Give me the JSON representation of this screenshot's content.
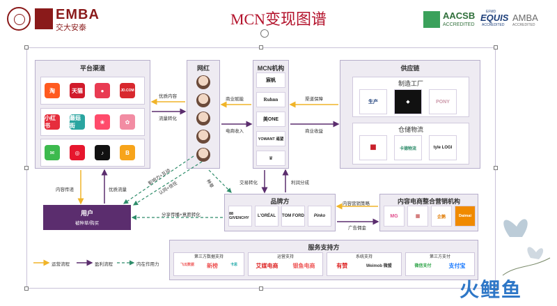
{
  "header": {
    "school_logo_text": "EMBA",
    "school_logo_sub": "交大安泰",
    "title": "MCN变现图谱",
    "aacsb": "AACSB",
    "aacsb_sub": "ACCREDITED",
    "equis_top": "EFMD",
    "equis": "EQUIS",
    "equis_sub": "ACCREDITED",
    "amba": "AMBA",
    "amba_sub": "ACCREDITED"
  },
  "platform": {
    "title": "平台渠道",
    "apps": [
      {
        "name": "淘",
        "color": "#ff5a1f"
      },
      {
        "name": "天猫",
        "color": "#d11b2b"
      },
      {
        "name": "●",
        "color": "#e93b52"
      },
      {
        "name": "JD.COM",
        "color": "#d8282e"
      },
      {
        "name": "小红书",
        "color": "#e62d3c"
      },
      {
        "name": "蘑菇街",
        "color": "#2aa5a0"
      },
      {
        "name": "❀",
        "color": "#ff4b6b"
      },
      {
        "name": "✿",
        "color": "#f28ca3"
      },
      {
        "name": "✉",
        "color": "#3dba4e"
      },
      {
        "name": "◎",
        "color": "#e6162d"
      },
      {
        "name": "♪",
        "color": "#111111"
      },
      {
        "name": "B",
        "color": "#f7a41a"
      }
    ]
  },
  "influencer": {
    "title": "网红"
  },
  "mcn": {
    "title": "MCN机构",
    "brands": [
      "宸帆",
      "Ruhnn",
      "美ONE",
      "YOWANT 遥望",
      "♛"
    ]
  },
  "supply": {
    "title": "供应链",
    "factory_title": "制造工厂",
    "logistics_title": "仓储物流",
    "factory_logos": [
      "生产",
      "◆",
      "PONY"
    ],
    "logistics_logos": [
      "■",
      "卡德物流",
      "tyle LOGI"
    ]
  },
  "brand_side": {
    "title": "品牌方",
    "logos": [
      "88 GIVENCHY",
      "L'ORÉAL",
      "TOM FORD",
      "Pinko"
    ]
  },
  "ecommerce": {
    "title": "内容电商整合营销机构",
    "logos": [
      "MG",
      "▦",
      "企鹅",
      "Daimai"
    ]
  },
  "user": {
    "title": "用户",
    "sub": "被种草/购买"
  },
  "service": {
    "title": "服务支持方",
    "cards": [
      {
        "title": "第三方数据支持",
        "logos": [
          "飞瓜数据",
          "新榜",
          "卡思"
        ]
      },
      {
        "title": "运营支持",
        "logos": [
          "艾媒电商",
          "银鱼电商"
        ]
      },
      {
        "title": "系统支持",
        "logos": [
          "有赞",
          "Weimob 微盟"
        ]
      },
      {
        "title": "第三方支付",
        "logos": [
          "微信支付",
          "支付宝"
        ]
      }
    ]
  },
  "edges": {
    "quality_content": "优质内容",
    "traffic_convert": "流量转化",
    "commercial_empower": "商业赋能",
    "ecommerce_income": "电商收入",
    "channel_guarantee": "渠道保障",
    "commercial_income": "商业收益",
    "content_delivery": "内容传递",
    "quality_traffic": "优质流量",
    "influence_interaction": "影响力+互动",
    "recognition_trust": "认同+信任",
    "trade_convert": "交易转化",
    "profit_share": "利润分成",
    "seeding": "种草",
    "share_seed_convert": "分享传播+意愿转化",
    "content_marketing": "内容营销策略",
    "ad_fee": "广告佣金"
  },
  "legend": {
    "operate": "运营流程",
    "profit": "盈利流程",
    "internal": "内在作用力"
  },
  "watermark": "火鲤鱼"
}
